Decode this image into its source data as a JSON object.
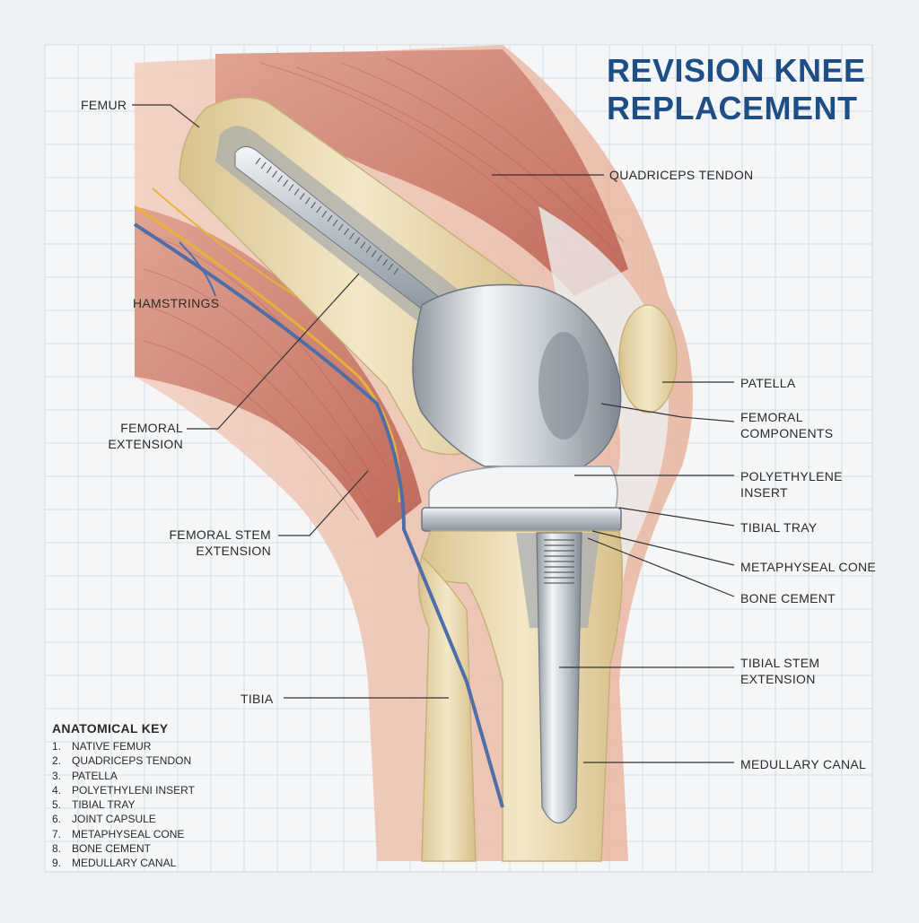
{
  "title": {
    "line1": "REVISION KNEE",
    "line2": "REPLACEMENT"
  },
  "labels": {
    "femur": "FEMUR",
    "quadriceps_tendon": "QUADRICEPS TENDON",
    "hamstrings": "HAMSTRINGS",
    "patella": "PATELLA",
    "femoral_components_1": "FEMORAL",
    "femoral_components_2": "COMPONENTS",
    "femoral_extension_1": "FEMORAL",
    "femoral_extension_2": "EXTENSION",
    "polyethylene_insert_1": "POLYETHYLENE",
    "polyethylene_insert_2": "INSERT",
    "femoral_stem_extension_1": "FEMORAL STEM",
    "femoral_stem_extension_2": "EXTENSION",
    "tibial_tray": "TIBIAL TRAY",
    "metaphyseal_cone": "METAPHYSEAL CONE",
    "bone_cement": "BONE CEMENT",
    "tibial_stem_extension_1": "TIBIAL STEM",
    "tibial_stem_extension_2": "EXTENSION",
    "tibia": "TIBIA",
    "medullary_canal": "MEDULLARY CANAL"
  },
  "key": {
    "heading": "ANATOMICAL KEY",
    "items": [
      {
        "num": "1.",
        "text": "NATIVE FEMUR"
      },
      {
        "num": "2.",
        "text": "QUADRICEPS TENDON"
      },
      {
        "num": "3.",
        "text": "PATELLA"
      },
      {
        "num": "4.",
        "text": "POLYETHYLENI INSERT"
      },
      {
        "num": "5.",
        "text": "TIBIAL TRAY"
      },
      {
        "num": "6.",
        "text": "JOINT CAPSULE"
      },
      {
        "num": "7.",
        "text": "METAPHYSEAL CONE"
      },
      {
        "num": "8.",
        "text": "BONE CEMENT"
      },
      {
        "num": "9.",
        "text": "MEDULLARY CANAL"
      }
    ]
  },
  "colors": {
    "title": "#1d4f86",
    "background": "#eef1f4",
    "grid": "#cdd3da",
    "skin": "#efc4b0",
    "muscle": "#cf7d6c",
    "bone": "#e9d9ad",
    "metal": "#b9c0c8",
    "poly": "#f1f3f5",
    "nerve": "#e7b23c",
    "vessel": "#4f6ea8"
  }
}
